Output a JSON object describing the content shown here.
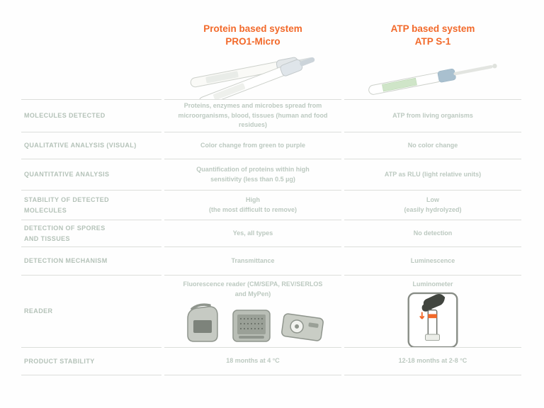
{
  "theme": {
    "accent_orange": "#f2692a",
    "body_text": "#bcc9c0",
    "label_text": "#b4c2b8",
    "line_color": "#dcdedb",
    "background": "#ffffff"
  },
  "columns": [
    {
      "title": "Protein based system",
      "subtitle": "PRO1-Micro"
    },
    {
      "title": "ATP based system",
      "subtitle": "ATP S-1"
    }
  ],
  "images": {
    "pro1_product": "two-swab-test-pens-crossed",
    "atp_product": "single-swab-test-pen",
    "pro1_readers": "three-fluorescence-reader-devices",
    "atp_reader": "hand-holding-luminometer-in-frame"
  },
  "rows": [
    {
      "label": "MOLECULES DETECTED",
      "pro1": "Proteins, enzymes and microbes spread from microorganisms, blood, tissues (human and food residues)",
      "atp": "ATP from living organisms"
    },
    {
      "label": "QUALITATIVE ANALYSIS (VISUAL)",
      "pro1": "Color change from green to purple",
      "atp": "No color change"
    },
    {
      "label": "QUANTITATIVE ANALYSIS",
      "pro1": "Quantification of proteins within high sensitivity (less than 0.5 µg)",
      "atp": "ATP as RLU (light relative units)"
    },
    {
      "label": "STABILITY OF DETECTED",
      "label2": "MOLECULES",
      "pro1": "High",
      "pro1_note": "(the most difficult to remove)",
      "atp": "Low",
      "atp_note": "(easily hydrolyzed)"
    },
    {
      "label": "DETECTION OF SPORES",
      "label2": "AND TISSUES",
      "pro1": "Yes, all types",
      "atp": "No detection"
    },
    {
      "label": "DETECTION MECHANISM",
      "pro1": "Transmittance",
      "atp": "Luminescence"
    },
    {
      "label": "READER",
      "pro1": "Fluorescence reader (CM/SEPA, REV/SERLOS and MyPen)",
      "atp": "Luminometer"
    },
    {
      "label": "PRODUCT STABILITY",
      "pro1": "18 months at 4 °C",
      "atp": "12-18 months at 2-8 °C"
    }
  ]
}
